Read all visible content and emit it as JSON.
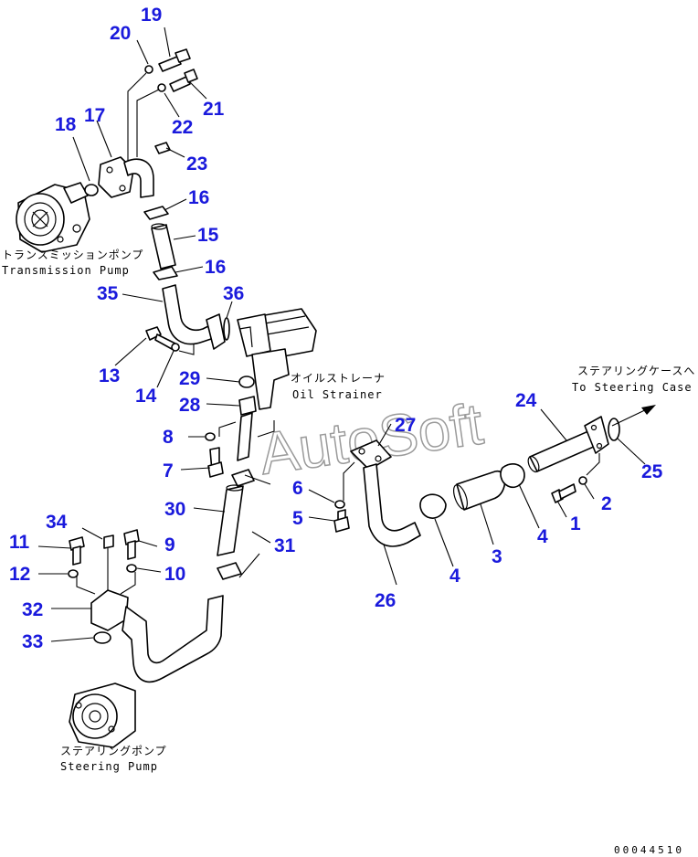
{
  "labels": {
    "n1": "1",
    "n2": "2",
    "n3": "3",
    "n4a": "4",
    "n4b": "4",
    "n5": "5",
    "n6": "6",
    "n7": "7",
    "n8": "8",
    "n9": "9",
    "n10": "10",
    "n11": "11",
    "n12": "12",
    "n13": "13",
    "n14": "14",
    "n15": "15",
    "n16a": "16",
    "n16b": "16",
    "n17": "17",
    "n18": "18",
    "n19": "19",
    "n20": "20",
    "n21": "21",
    "n22": "22",
    "n23": "23",
    "n24": "24",
    "n25": "25",
    "n26": "26",
    "n27": "27",
    "n28": "28",
    "n29": "29",
    "n30": "30",
    "n31": "31",
    "n32": "32",
    "n33": "33",
    "n34": "34",
    "n35": "35",
    "n36": "36"
  },
  "notes": {
    "transmission_pump_jp": "トランスミッションポンプ",
    "transmission_pump_en": "Transmission Pump",
    "oil_strainer_jp": "オイルストレーナ",
    "oil_strainer_en": "Oil Strainer",
    "steering_case_jp": "ステアリングケースへ",
    "steering_case_en": "To Steering Case",
    "steering_pump_jp": "ステアリングポンプ",
    "steering_pump_en": "Steering Pump"
  },
  "watermark": "AutoSoft",
  "drawing_code": "00044510",
  "colors": {
    "part_number": "#1a1adc",
    "linework": "#000000",
    "watermark": "#9a9a9a"
  }
}
